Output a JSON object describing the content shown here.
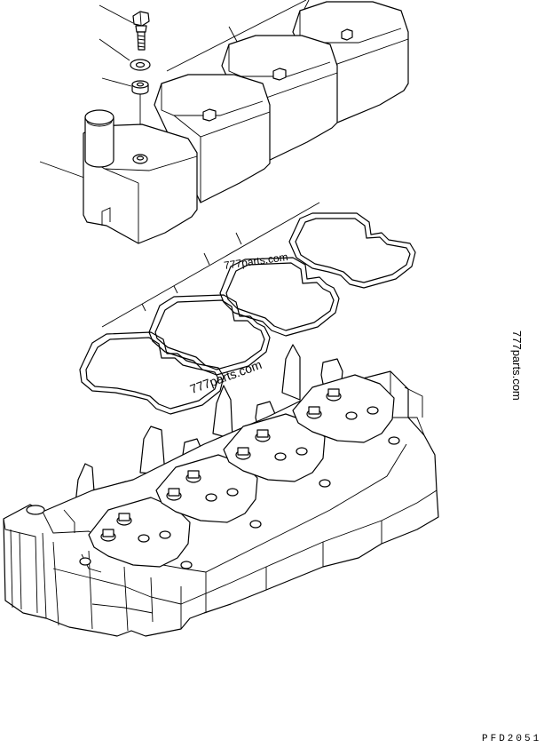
{
  "watermarks": [
    "777parts.com",
    "777parts.com",
    "777parts.com"
  ],
  "drawing_code": "PFD2051",
  "colors": {
    "line": "#000000",
    "background": "#ffffff"
  }
}
